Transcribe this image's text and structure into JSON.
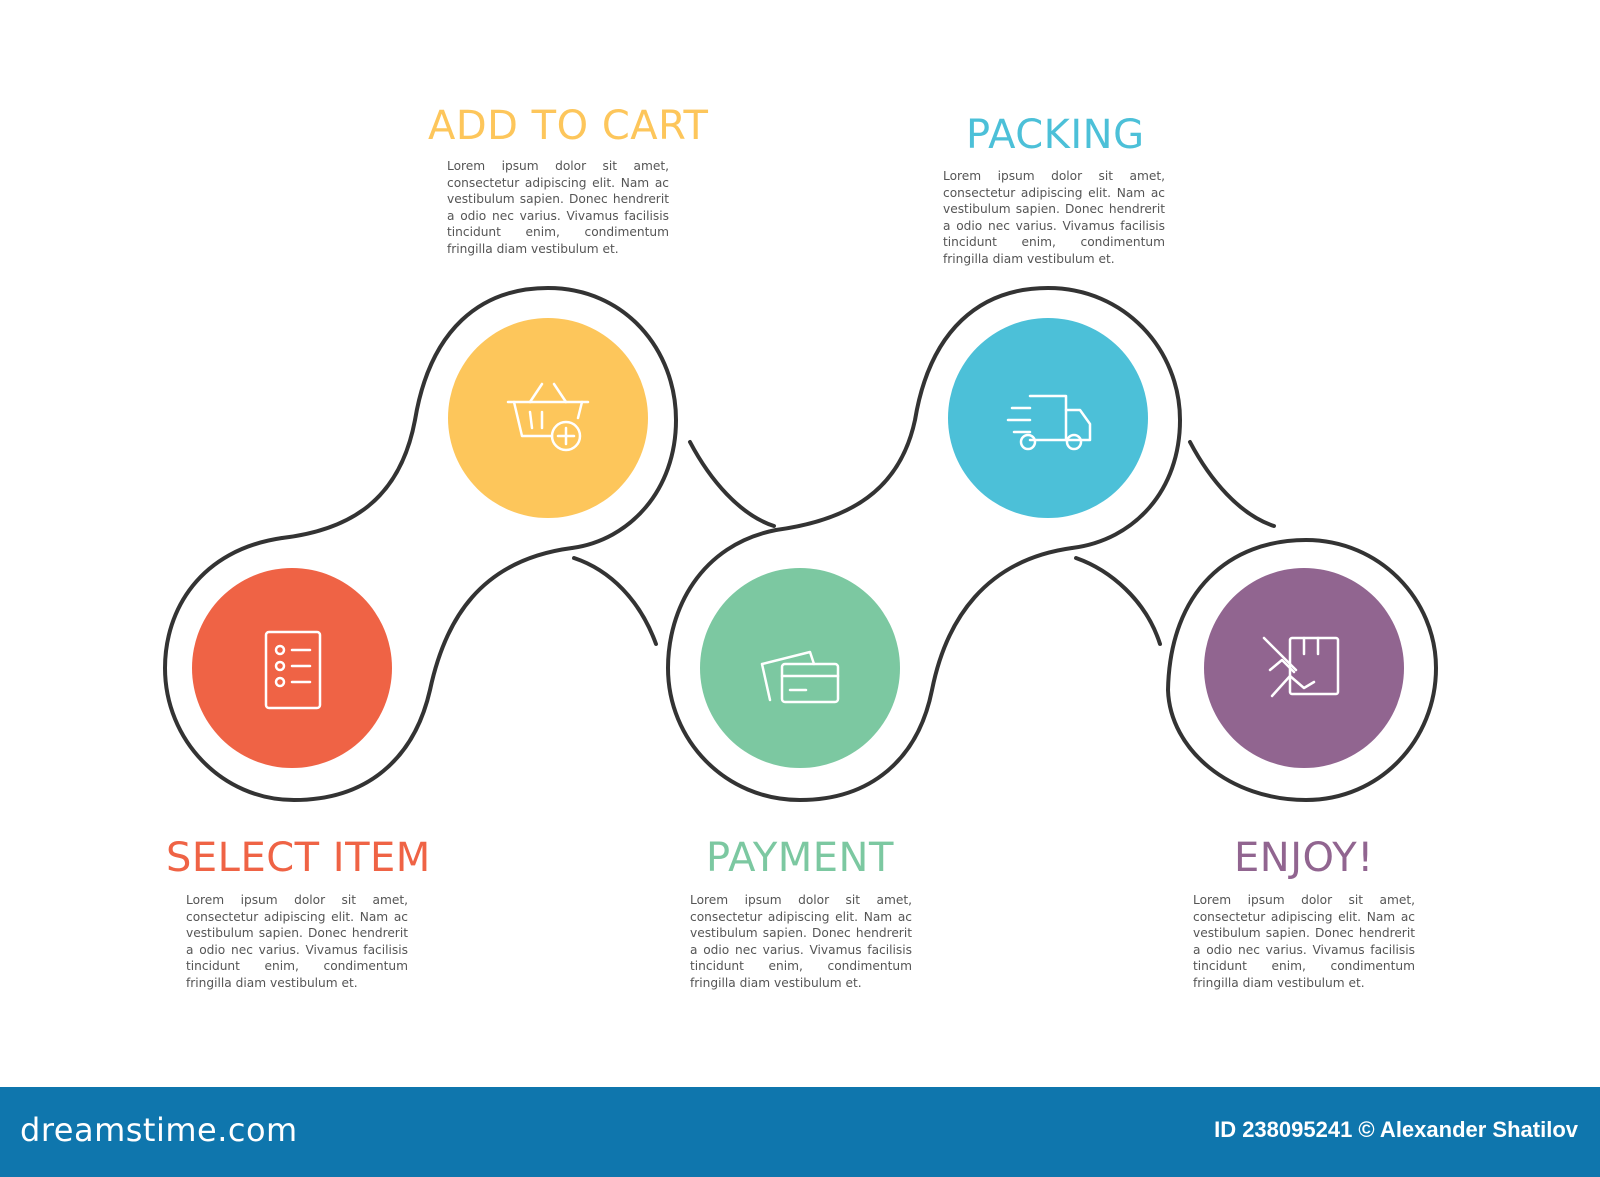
{
  "steps": [
    {
      "title": "SELECT ITEM",
      "color": "#ef6345",
      "icon": "checklist-icon",
      "body": "Lorem ipsum dolor sit amet, consectetur adipiscing elit. Nam ac vestibulum sapien. Donec hendrerit a odio nec varius. Vivamus facilisis tincidunt enim, condimentum fringilla diam vestibulum et."
    },
    {
      "title": "ADD TO CART",
      "color": "#fdc65b",
      "icon": "basket-add-icon",
      "body": "Lorem ipsum dolor sit amet, consectetur adipiscing elit. Nam ac vestibulum sapien. Donec hendrerit a odio nec varius. Vivamus facilisis tincidunt enim, condimentum fringilla diam vestibulum et."
    },
    {
      "title": "PAYMENT",
      "color": "#7cc8a1",
      "icon": "credit-cards-icon",
      "body": "Lorem ipsum dolor sit amet, consectetur adipiscing elit. Nam ac vestibulum sapien. Donec hendrerit a odio nec varius. Vivamus facilisis tincidunt enim, condimentum fringilla diam vestibulum et."
    },
    {
      "title": "PACKING",
      "color": "#4cc0d8",
      "icon": "delivery-truck-icon",
      "body": "Lorem ipsum dolor sit amet, consectetur adipiscing elit. Nam ac vestibulum sapien. Donec hendrerit a odio nec varius. Vivamus facilisis tincidunt enim, condimentum fringilla diam vestibulum et."
    },
    {
      "title": "ENJOY!",
      "color": "#916590",
      "icon": "package-hand-icon",
      "body": "Lorem ipsum dolor sit amet, consectetur adipiscing elit. Nam ac vestibulum sapien. Donec hendrerit a odio nec varius. Vivamus facilisis tincidunt enim, condimentum fringilla diam vestibulum et."
    }
  ],
  "outline_color": "#333333",
  "footer": {
    "brand": "dreamstime.com",
    "credit": "ID 238095241 © Alexander Shatilov",
    "background": "#0f76ad"
  }
}
